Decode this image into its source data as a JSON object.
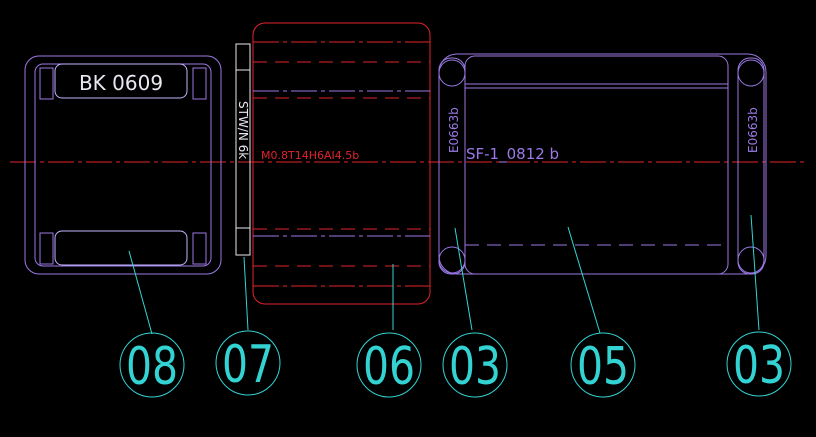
{
  "drawing": {
    "background_color": "#000000",
    "colors": {
      "outline": "#9b79e6",
      "label_box": "#c5b6ff",
      "red": "#e0232b",
      "cyan": "#34d3d3",
      "white": "#e9e9f2"
    }
  },
  "labels": {
    "bearing_bk": "BK 0609",
    "seal_text": "STW/N 6k",
    "sleeve_text": "M0.8T14H6AI4.5b",
    "sf_text": "SF-1_0812 b",
    "ring_left": "E0663b",
    "ring_right": "E0663b"
  },
  "balloons": [
    "08",
    "07",
    "06",
    "03",
    "05",
    "03"
  ]
}
